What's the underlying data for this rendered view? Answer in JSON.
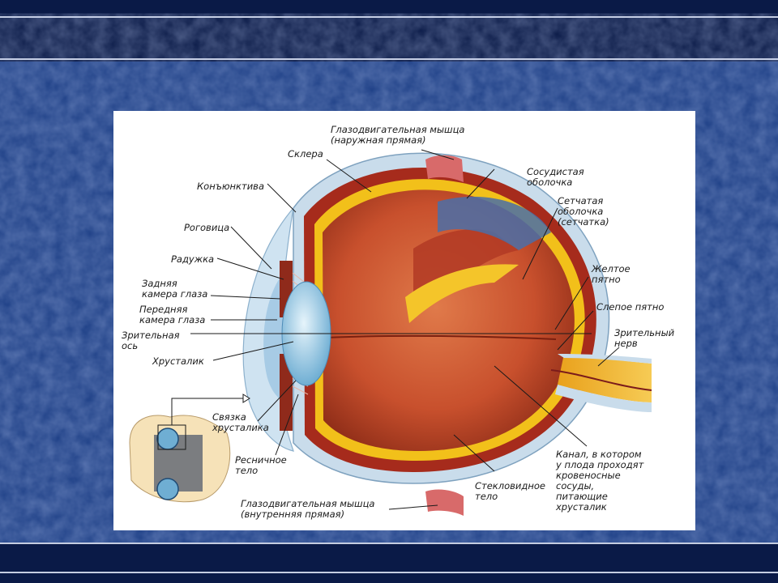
{
  "slide": {
    "background_color": "#1d3f86",
    "band_color": "#0a1a47",
    "rule_color": "#d9e1f2"
  },
  "diagram": {
    "labels": {
      "muscle_outer": "Глазодвигательная мышца\n(наружная прямая)",
      "sclera": "Склера",
      "choroid": "Сосудистая\nоболочка",
      "conjunctiva": "Конъюнктива",
      "retina": "Сетчатая\nоболочка\n(сетчатка)",
      "cornea": "Роговица",
      "iris": "Радужка",
      "macula": "Желтое\nпятно",
      "posterior_chamber": "Задняя\nкамера глаза",
      "blind_spot": "Слепое пятно",
      "anterior_chamber": "Передняя\nкамера глаза",
      "optic_nerve": "Зрительный\nнерв",
      "visual_axis": "Зрительная\nось",
      "lens": "Хрусталик",
      "zonule": "Связка\nхрусталика",
      "ciliary_body": "Ресничное\nтело",
      "canal": "Канал, в котором\nу плода проходят\nкровеносные\nсосуды,\nпитающие\nхрусталик",
      "vitreous": "Стекловидное\nтело",
      "muscle_inner": "Глазодвигательная мышца\n(внутренняя прямая)"
    },
    "colors": {
      "sclera": "#b8d3e6",
      "choroid": "#a62b1c",
      "retina": "#f2c01a",
      "vitreous": "#c8502d",
      "lens": "#9cc9e4",
      "muscle": "#d86a6a",
      "nerve": "#f0b428"
    }
  }
}
